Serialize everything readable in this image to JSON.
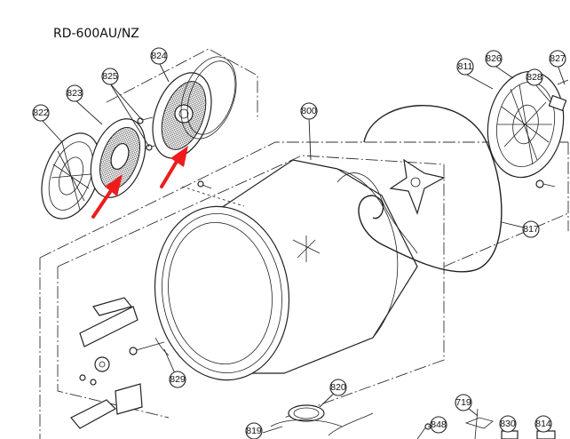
{
  "model_label": "RD-600AU/NZ",
  "callouts": [
    {
      "id": "822",
      "label": "822"
    },
    {
      "id": "823",
      "label": "823"
    },
    {
      "id": "825",
      "label": "825"
    },
    {
      "id": "824",
      "label": "824"
    },
    {
      "id": "800",
      "label": "800"
    },
    {
      "id": "811",
      "label": "811"
    },
    {
      "id": "826",
      "label": "826"
    },
    {
      "id": "828",
      "label": "828"
    },
    {
      "id": "827",
      "label": "827"
    },
    {
      "id": "817",
      "label": "817"
    },
    {
      "id": "829",
      "label": "829"
    },
    {
      "id": "820",
      "label": "820"
    },
    {
      "id": "819",
      "label": "819"
    },
    {
      "id": "719",
      "label": "719"
    },
    {
      "id": "848",
      "label": "848"
    },
    {
      "id": "830",
      "label": "830"
    },
    {
      "id": "814",
      "label": "814"
    }
  ],
  "highlight": {
    "arrow_color": "#ee1c1c"
  }
}
